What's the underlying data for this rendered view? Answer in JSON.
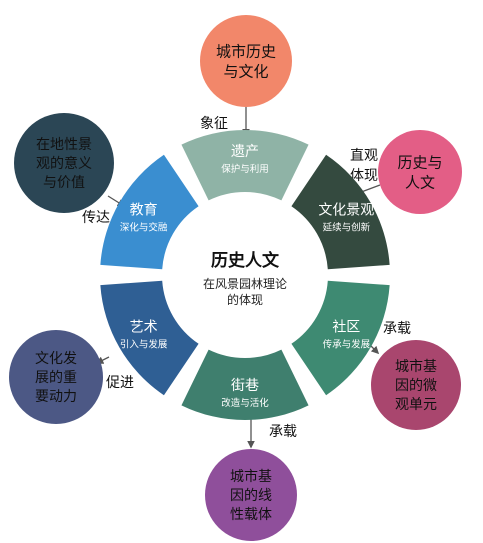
{
  "center": {
    "title": "历史人文",
    "subtitle": [
      "在风景园林理论",
      "的体现"
    ]
  },
  "segments": [
    {
      "id": "heritage",
      "title": "遗产",
      "subtitle": "保护与利用",
      "color": "#8fb3a6"
    },
    {
      "id": "landscape",
      "title": "文化景观",
      "subtitle": "延续与创新",
      "color": "#344a3f"
    },
    {
      "id": "community",
      "title": "社区",
      "subtitle": "传承与发展",
      "color": "#3e8a72"
    },
    {
      "id": "street",
      "title": "街巷",
      "subtitle": "改造与活化",
      "color": "#3f7f6e"
    },
    {
      "id": "art",
      "title": "艺术",
      "subtitle": "引入与发展",
      "color": "#2f5f94"
    },
    {
      "id": "education",
      "title": "教育",
      "subtitle": "深化与交融",
      "color": "#3a8ed0"
    }
  ],
  "outer": [
    {
      "id": "city-history",
      "lines": [
        "城市历史",
        "与文化"
      ],
      "color": "#f2876a",
      "connector": [
        "象征"
      ]
    },
    {
      "id": "history-humanity",
      "lines": [
        "历史与",
        "人文"
      ],
      "color": "#e35e86",
      "connector": [
        "直观",
        "体现"
      ]
    },
    {
      "id": "micro-unit",
      "lines": [
        "城市基",
        "因的微",
        "观单元"
      ],
      "color": "#a9466e",
      "connector": [
        "承载"
      ]
    },
    {
      "id": "linear-carrier",
      "lines": [
        "城市基",
        "因的线",
        "性载体"
      ],
      "color": "#8f4f9b",
      "connector": [
        "承载"
      ]
    },
    {
      "id": "cultural-drive",
      "lines": [
        "文化发",
        "展的重",
        "要动力"
      ],
      "color": "#4c5885",
      "connector": [
        "促进"
      ]
    },
    {
      "id": "local-meaning",
      "lines": [
        "在地性景",
        "观的意义",
        "与价值"
      ],
      "color": "#2b4655",
      "connector": [
        "传达"
      ]
    }
  ]
}
